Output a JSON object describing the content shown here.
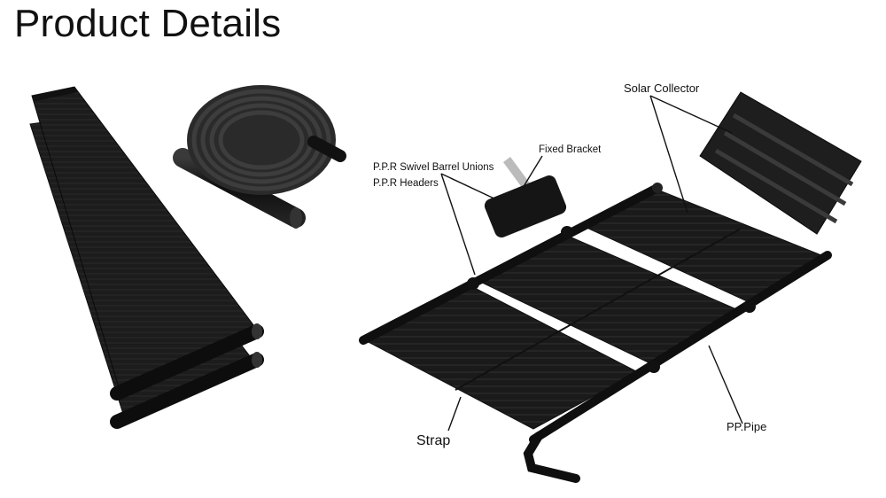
{
  "page": {
    "title": "Product Details"
  },
  "labels": {
    "solar_collector": "Solar Collector",
    "fixed_bracket": "Fixed Bracket",
    "swivel_unions": "P.P.R Swivel Barrel Unions",
    "headers": "P.P.R Headers",
    "strap": "Strap",
    "pp_pipe": "PP.Pipe"
  },
  "colors": {
    "panel": "#1b1b1b",
    "pipe": "#0d0d0d",
    "text": "#111111"
  }
}
